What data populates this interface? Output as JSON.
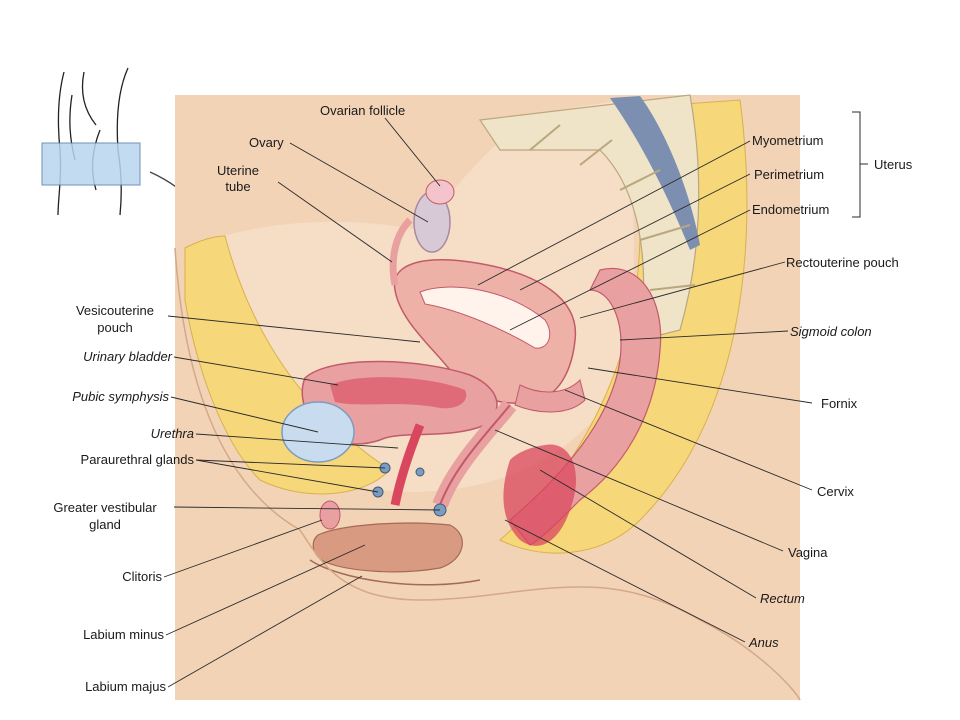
{
  "labels": {
    "ovarian_follicle": "Ovarian follicle",
    "ovary": "Ovary",
    "uterine_tube_1": "Uterine",
    "uterine_tube_2": "tube",
    "myometrium": "Myometrium",
    "perimetrium": "Perimetrium",
    "endometrium": "Endometrium",
    "uterus": "Uterus",
    "rectouterine_pouch": "Rectouterine pouch",
    "sigmoid_colon": "Sigmoid colon",
    "fornix": "Fornix",
    "cervix": "Cervix",
    "vagina": "Vagina",
    "rectum": "Rectum",
    "anus": "Anus",
    "vesicouterine_pouch_1": "Vesicouterine",
    "vesicouterine_pouch_2": "pouch",
    "urinary_bladder": "Urinary bladder",
    "pubic_symphysis": "Pubic symphysis",
    "urethra": "Urethra",
    "paraurethral_glands": "Paraurethral glands",
    "greater_vestibular_1": "Greater vestibular",
    "greater_vestibular_2": "gland",
    "clitoris": "Clitoris",
    "labium_minus": "Labium minus",
    "labium_majus": "Labium majus"
  },
  "colors": {
    "skin": "#f2d3b6",
    "fat": "#f6d77a",
    "muscle": "#e9a0a0",
    "mucosa": "#d9475e",
    "bladder_fill": "#c9dcef",
    "bone": "#efe3c8",
    "spine_dark": "#7d8fb0",
    "leader": "#2a2a2a"
  }
}
